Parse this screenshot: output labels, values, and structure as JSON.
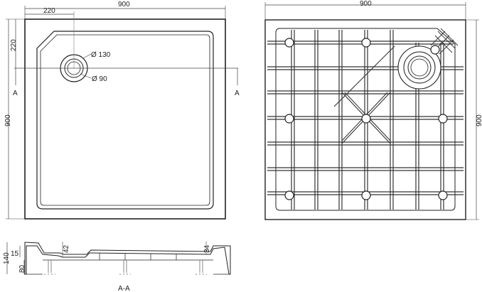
{
  "top_view": {
    "width_dim": "900",
    "offset_dim": "220",
    "depth_dim": "900",
    "offset_v_dim": "220",
    "outer_diameter": "Ø 130",
    "inner_diameter": "Ø 90",
    "section_mark": "A"
  },
  "bottom_view": {
    "width_dim": "900",
    "depth_dim": "900"
  },
  "section_view": {
    "label": "A-A",
    "dim_total_height": "140",
    "dim_rim": "15",
    "dim_base": "80",
    "dim_left_step": "42",
    "dim_right_step": "34"
  }
}
